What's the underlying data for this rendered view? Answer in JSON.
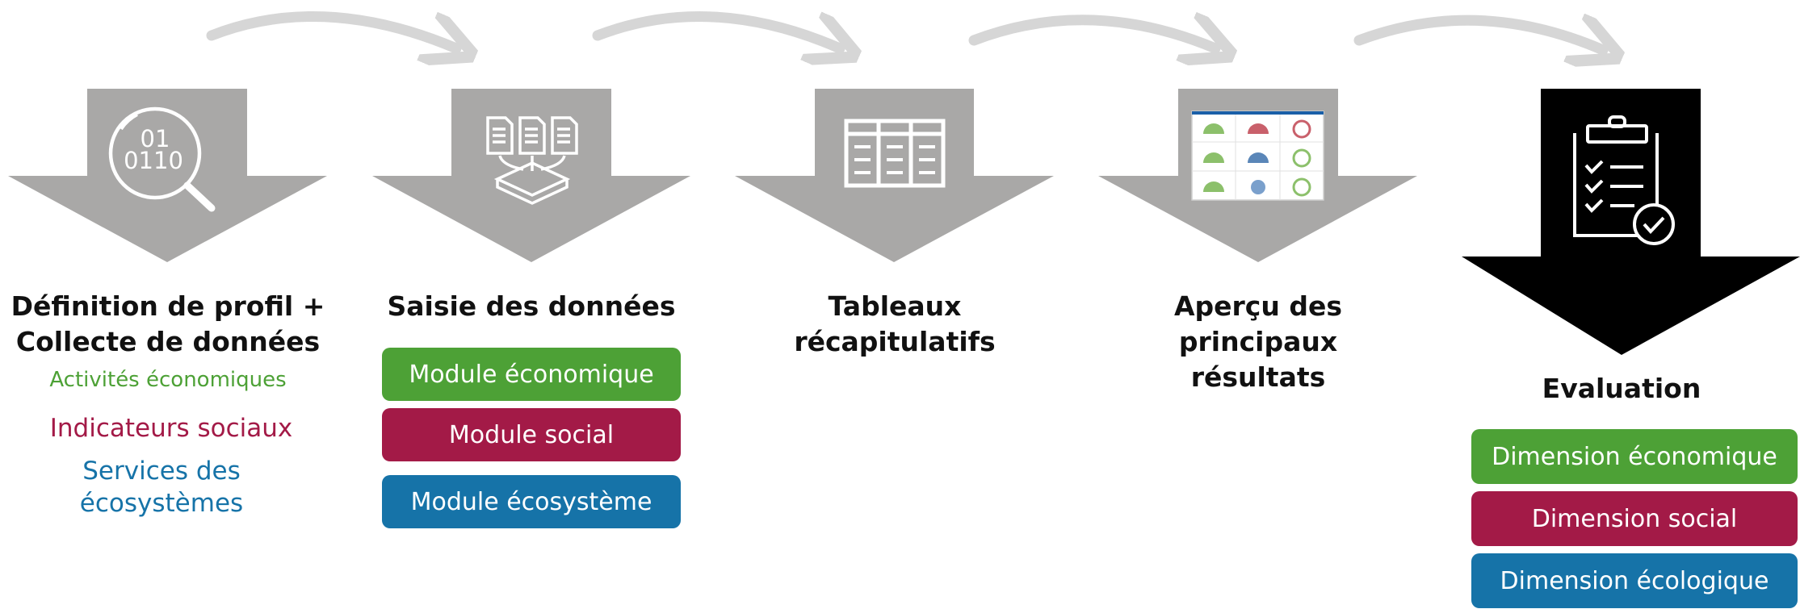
{
  "colors": {
    "arrow_gray": "#a9a8a7",
    "arrow_black": "#000000",
    "connector": "#d6d6d6",
    "green": "#4da136",
    "crimson": "#a31a47",
    "blue": "#1673a8"
  },
  "steps": [
    {
      "title": "Définition de profil +\nCollecte de données",
      "icon": "data-search-icon",
      "items": [
        {
          "text": "Activités économiques",
          "color": "#4da136"
        },
        {
          "text": "Indicateurs sociaux",
          "color": "#a31a47"
        },
        {
          "text": "Services des\nécosystèmes",
          "color": "#1673a8"
        }
      ]
    },
    {
      "title": "Saisie des données",
      "icon": "documents-input-icon",
      "modules": [
        {
          "label": "Module économique",
          "color": "#4da136"
        },
        {
          "label": "Module social",
          "color": "#a31a47"
        },
        {
          "label": "Module écosystème",
          "color": "#1673a8"
        }
      ]
    },
    {
      "title": "Tableaux\nrécapitulatifs",
      "icon": "table-icon"
    },
    {
      "title": "Aperçu des\nprincipaux\nrésultats",
      "icon": "dashboard-thumbnail-icon"
    },
    {
      "title": "Evaluation",
      "icon": "clipboard-check-icon",
      "dimensions": [
        {
          "label": "Dimension économique",
          "color": "#4da136"
        },
        {
          "label": "Dimension social",
          "color": "#a31a47"
        },
        {
          "label": "Dimension écologique",
          "color": "#1673a8"
        }
      ]
    }
  ]
}
